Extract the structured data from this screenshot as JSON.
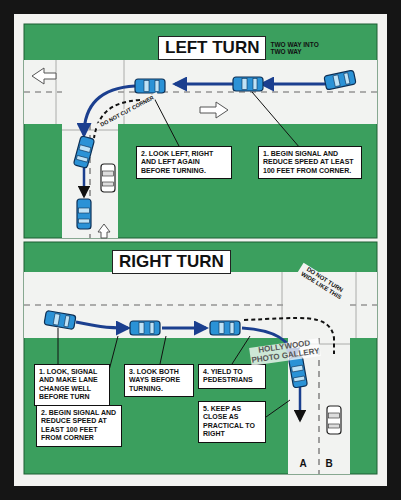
{
  "diagram": {
    "nodes": [
      {
        "text": [
          "LEFT TURN",
          "TWO WAY INTO TWO WAY"
        ]
      },
      {
        "text": [
          "1. BEGIN SIGNAL AND REDUCE SPEED AT LEAST 100 FEET FROM CORNER."
        ]
      },
      {
        "text": [
          "2. LOOK LEFT, RIGHT AND LEFT AGAIN BEFORE TURNING."
        ]
      },
      {
        "text": [
          "RIGHT TURN"
        ]
      },
      {
        "text": [
          "1. LOOK, SIGNAL AND MAKE LANE CHANGE WELL BEFORE TURN"
        ]
      },
      {
        "text": [
          "2. BEGIN SIGNAL AND REDUCE SPEED AT LEAST 100 FEET FROM CORNER"
        ]
      },
      {
        "text": [
          "3. LOOK BOTH WAYS BEFORE TURNING."
        ]
      },
      {
        "text": [
          "4. YIELD TO PEDESTRIANS"
        ]
      },
      {
        "text": [
          "5. KEEP AS CLOSE AS PRACTICAL TO RIGHT"
        ]
      }
    ],
    "labels": [
      "DO NOT CUT CORNER",
      "DO NOT TURN WIDE LIKE THIS",
      "A",
      "B",
      "HOLLYWOOD PHOTO GALLERY"
    ]
  }
}
